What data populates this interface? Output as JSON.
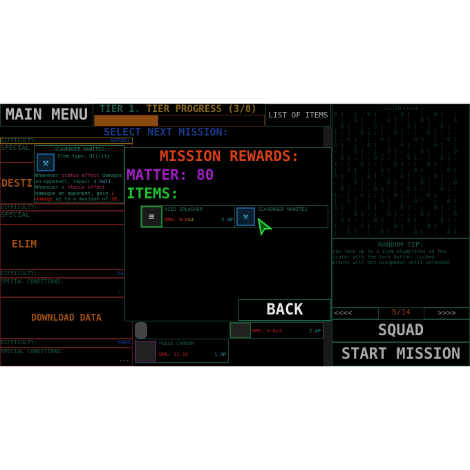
{
  "header": {
    "main_menu": "MAIN MENU",
    "tier_label": "TIER 1.",
    "tier_progress_label": "TIER PROGRESS (3/8)",
    "tier_progress_value": 0.375,
    "list_of_items": "LIST OF ITEMS",
    "select_next_mission": "SELECT NEXT MISSION:"
  },
  "missions": [
    {
      "title": "",
      "difficulty_label": "DIFFICULTY:",
      "difficulty": "NORMAL",
      "special_label": "SPECIAL"
    },
    {
      "title": "DESTI",
      "difficulty_label": "DIFFICULTY:",
      "special_label": "SPECIAL"
    },
    {
      "title": "ELIM",
      "difficulty_label": "DIFFICULTY:",
      "difficulty": "HA",
      "special_label": "SPECIAL CONDITIONS:",
      "special": "-"
    },
    {
      "title": "DOWNLOAD DATA",
      "difficulty_label": "DIFFICULTY:",
      "difficulty": "HARD",
      "special_label": "SPECIAL CONDITIONS:",
      "special": "---"
    }
  ],
  "background_items": [
    {
      "dmg_label": "DMG:",
      "dmg": "0-0",
      "mult": "x3",
      "ap": "2 AP"
    },
    {
      "name": "PULSE CANNON",
      "dmg_label": "DMG:",
      "dmg": "12-15",
      "ap": "1 AP"
    }
  ],
  "tooltip": {
    "title": "::SCAVENGER NANITES::",
    "type": "Item type: Utility",
    "lines": [
      [
        {
          "t": "Whenever ",
          "c": "#2f8a6a"
        },
        {
          "t": "status effect",
          "c": "#c0305a"
        },
        {
          "t": " damages",
          "c": "#2f8a6a"
        }
      ],
      [
        {
          "t": "an opponent, repair ",
          "c": "#2f8a6a"
        },
        {
          "t": "3",
          "c": "#2f8a6a"
        },
        {
          "t": " hull",
          "c": "#4ab0d0"
        },
        {
          "t": ".",
          "c": "#2f8a6a"
        }
      ],
      [
        {
          "t": "Whenever a ",
          "c": "#2f8a6a"
        },
        {
          "t": "status effect",
          "c": "#c0305a"
        }
      ],
      [
        {
          "t": "damages an opponent, gain ",
          "c": "#2f8a6a"
        },
        {
          "t": "1",
          "c": "#e02020"
        }
      ],
      [
        {
          "t": "damage",
          "c": "#e02020"
        },
        {
          "t": " up to a maximum of ",
          "c": "#2f8a6a"
        },
        {
          "t": "10",
          "c": "#e02020"
        },
        {
          "t": ".",
          "c": "#2f8a6a"
        }
      ]
    ]
  },
  "modal": {
    "title": "MISSION REWARDS:",
    "matter": "MATTER: 80",
    "items_label": "ITEMS:",
    "back": "BACK",
    "items": [
      {
        "name": "ACID SPLASHER",
        "dmg_label": "DMG:",
        "dmg": "0-0",
        "mult": "x2",
        "ap": "2 AP",
        "icon": "acid-splasher-icon"
      },
      {
        "name": "SCAVENGER NANITES",
        "icon": "wrench-icon"
      }
    ]
  },
  "right": {
    "code_title": "::SYSTEM CACHE::",
    "tip_title": "RANDOM TIP:",
    "tip_lines": [
      "can lock up to 2 item blueprints in the",
      "icator with the lock button. Locked",
      "prints will not disappear until unlocked."
    ],
    "prev": "<<<<",
    "page": "5/14",
    "next": ">>>>",
    "squad": "SQUAD",
    "start": "START MISSION"
  },
  "colors": {
    "bg": "#000000",
    "teal": "#1f6a55",
    "gold": "#b08a20",
    "orange": "#a04a10",
    "red": "#e0401a",
    "purple": "#a020c0",
    "green": "#20c030"
  }
}
